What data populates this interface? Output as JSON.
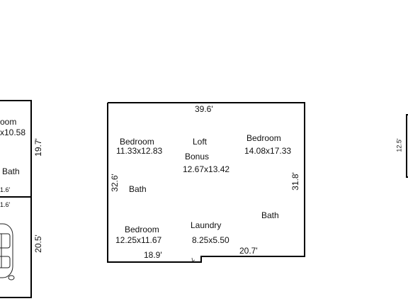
{
  "floor_plan": {
    "main_unit": {
      "dimensions": {
        "top": "39.6'",
        "left": "32.6'",
        "right": "31.8'",
        "bottom_left": "18.9'",
        "bottom_right": "20.7'"
      },
      "rooms": [
        {
          "name": "Bedroom",
          "size": "11.33x12.83"
        },
        {
          "name": "Loft",
          "size": ""
        },
        {
          "name": "Bonus",
          "size": "12.67x13.42"
        },
        {
          "name": "Bedroom",
          "size": "14.08x17.33"
        },
        {
          "name": "Bath",
          "size": ""
        },
        {
          "name": "Bedroom",
          "size": "12.25x11.67"
        },
        {
          "name": "Laundry",
          "size": "8.25x5.50"
        },
        {
          "name": "Bath",
          "size": ""
        }
      ]
    },
    "left_unit": {
      "room_partial": "oom",
      "size_partial": "x10.58",
      "bath": "Bath",
      "dim_right_upper": "19.7'",
      "dim_right_lower": "20.5'",
      "small_dim_upper": "1.6'",
      "small_dim_lower": "1.6'"
    },
    "right_unit": {
      "dim_partial": "12.5'"
    }
  }
}
